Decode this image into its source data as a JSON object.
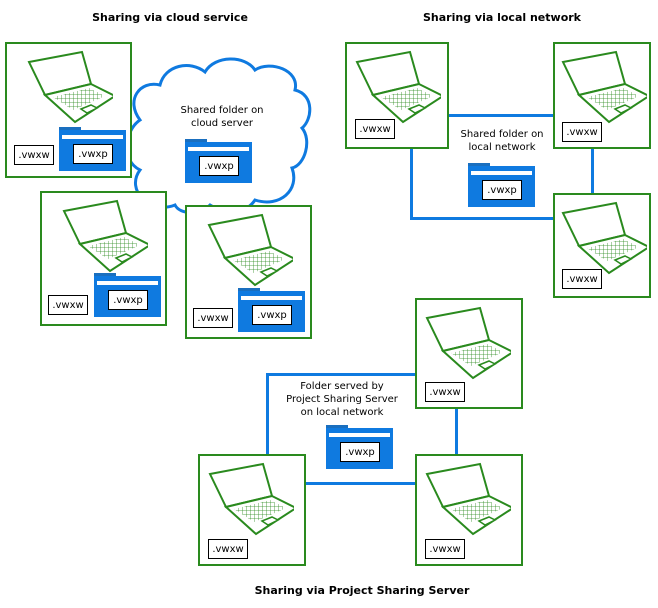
{
  "colors": {
    "box_border": "#2a8a1e",
    "network_line": "#0f7ae0",
    "folder": "#0f7ae0"
  },
  "icons": {
    "computer": "laptop-icon",
    "folder": "folder-icon",
    "cloud": "cloud-icon"
  },
  "cloud_section": {
    "title": "Sharing via cloud service",
    "caption_line1": "Shared folder on",
    "caption_line2": "cloud server",
    "folder_file": ".vwxp",
    "local_file": ".vwxw",
    "local_folder_file": ".vwxp"
  },
  "local_section": {
    "title": "Sharing via local network",
    "caption_line1": "Shared folder on",
    "caption_line2": "local network",
    "folder_file": ".vwxp",
    "local_file": ".vwxw"
  },
  "pss_section": {
    "title": "Sharing via Project Sharing Server",
    "caption_line1": "Folder served by",
    "caption_line2": "Project Sharing Server",
    "caption_line3": "on local network",
    "folder_file": ".vwxp",
    "local_file": ".vwxw"
  }
}
